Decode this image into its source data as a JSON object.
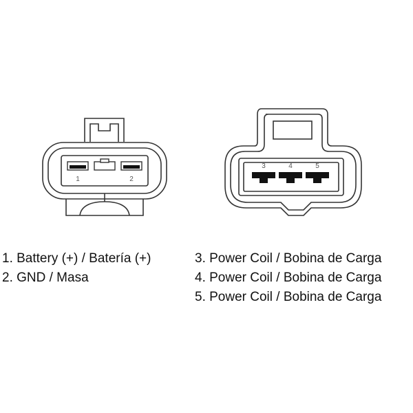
{
  "connector_left": {
    "pin_labels": [
      "1",
      "2"
    ]
  },
  "connector_right": {
    "pin_labels": [
      "3",
      "4",
      "5"
    ]
  },
  "legend": {
    "left": [
      "1. Battery (+) / Batería (+)",
      "2. GND / Masa"
    ],
    "right": [
      "3. Power Coil / Bobina de Carga",
      "4. Power Coil / Bobina de Carga",
      "5. Power Coil / Bobina de Carga"
    ]
  },
  "colors": {
    "line": "#333333",
    "fill": "#ffffff",
    "terminal": "#111111"
  }
}
